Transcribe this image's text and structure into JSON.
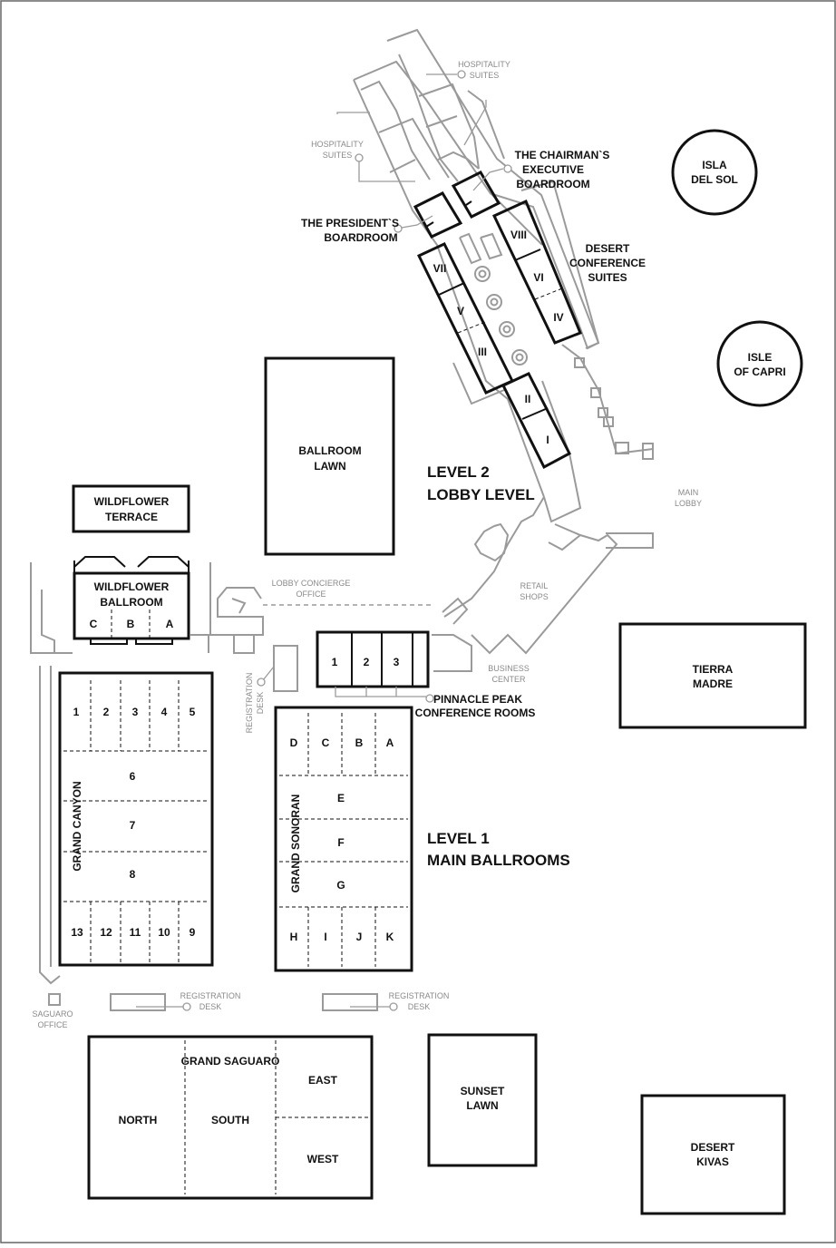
{
  "levels": {
    "level2": [
      "LEVEL 2",
      "LOBBY LEVEL"
    ],
    "level1": [
      "LEVEL 1",
      "MAIN BALLROOMS"
    ]
  },
  "venues": {
    "isla_del_sol": [
      "ISLA",
      "DEL SOL"
    ],
    "isle_of_capri": [
      "ISLE",
      "OF CAPRI"
    ],
    "ballroom_lawn": [
      "BALLROOM",
      "LAWN"
    ],
    "wildflower_terrace": [
      "WILDFLOWER",
      "TERRACE"
    ],
    "wildflower_ballroom": [
      "WILDFLOWER",
      "BALLROOM"
    ],
    "tierra_madre": [
      "TIERRA",
      "MADRE"
    ],
    "sunset_lawn": [
      "SUNSET",
      "LAWN"
    ],
    "desert_kivas": [
      "DESERT",
      "KIVAS"
    ],
    "grand_canyon": "GRAND CANYON",
    "grand_sonoran": "GRAND SONORAN",
    "grand_saguaro": "GRAND SAGUARO",
    "pinnacle_peak": [
      "PINNACLE PEAK",
      "CONFERENCE ROOMS"
    ],
    "desert_conference_suites": [
      "DESERT",
      "CONFERENCE",
      "SUITES"
    ],
    "chairmans_boardroom": [
      "THE CHAIRMAN`S",
      "EXECUTIVE",
      "BOARDROOM"
    ],
    "presidents_boardroom": [
      "THE PRESIDENT`S",
      "BOARDROOM"
    ]
  },
  "labels_gray": {
    "hospitality_suites_top": [
      "HOSPITALITY",
      "SUITES"
    ],
    "hospitality_suites_left": [
      "HOSPITALITY",
      "SUITES"
    ],
    "main_lobby": [
      "MAIN",
      "LOBBY"
    ],
    "lobby_concierge": [
      "LOBBY CONCIERGE",
      "OFFICE"
    ],
    "retail_shops": [
      "RETAIL",
      "SHOPS"
    ],
    "business_center": [
      "BUSINESS",
      "CENTER"
    ],
    "registration_desk_vertical": [
      "REGISTRATION",
      "DESK"
    ],
    "registration_desk_1": [
      "REGISTRATION",
      "DESK"
    ],
    "registration_desk_2": [
      "REGISTRATION",
      "DESK"
    ],
    "saguaro_office": [
      "SAGUARO",
      "OFFICE"
    ]
  },
  "rooms": {
    "wildflower": [
      "C",
      "B",
      "A"
    ],
    "pinnacle": [
      "1",
      "2",
      "3"
    ],
    "desert_suites": [
      "VIII",
      "VII",
      "VI",
      "V",
      "IV",
      "III",
      "II",
      "I"
    ],
    "grand_canyon_top": [
      "1",
      "2",
      "3",
      "4",
      "5"
    ],
    "grand_canyon_mid": [
      "6",
      "7",
      "8"
    ],
    "grand_canyon_bottom": [
      "13",
      "12",
      "11",
      "10",
      "9"
    ],
    "grand_sonoran_top": [
      "D",
      "C",
      "B",
      "A"
    ],
    "grand_sonoran_mid": [
      "E",
      "F",
      "G"
    ],
    "grand_sonoran_bottom": [
      "H",
      "I",
      "J",
      "K"
    ],
    "grand_saguaro": [
      "NORTH",
      "SOUTH",
      "EAST",
      "WEST"
    ]
  }
}
